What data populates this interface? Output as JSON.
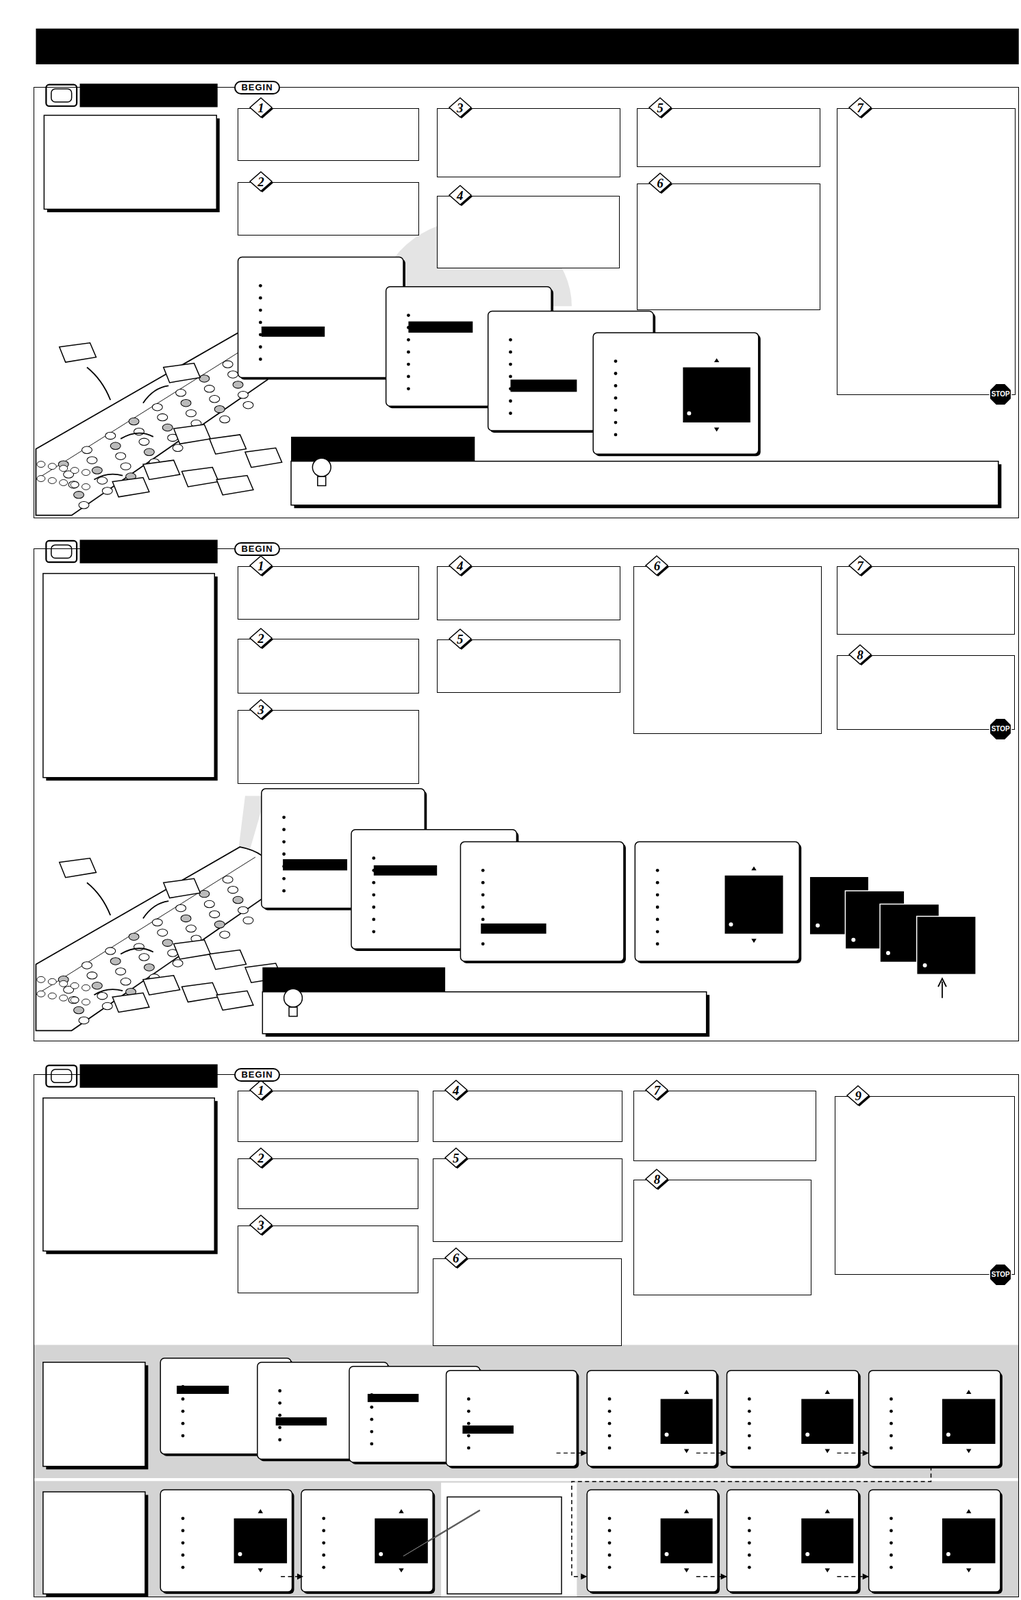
{
  "diagram": {
    "nodes": [
      {
        "text": [
          "BEGIN"
        ]
      },
      {
        "text": [
          "1"
        ],
        "in": 0
      },
      {
        "text": [
          "2"
        ],
        "in": 0
      },
      {
        "text": [
          "3"
        ],
        "in": 0
      },
      {
        "text": [
          "4"
        ],
        "in": 0
      },
      {
        "text": [
          "5"
        ],
        "in": 0
      },
      {
        "text": [
          "6"
        ],
        "in": 0
      },
      {
        "text": [
          "7"
        ],
        "in": 0
      },
      {
        "text": [
          "BEGIN"
        ]
      },
      {
        "text": [
          "1"
        ],
        "in": 8
      },
      {
        "text": [
          "2"
        ],
        "in": 8
      },
      {
        "text": [
          "3"
        ],
        "in": 8
      },
      {
        "text": [
          "4"
        ],
        "in": 8
      },
      {
        "text": [
          "5"
        ],
        "in": 8
      },
      {
        "text": [
          "6"
        ],
        "in": 8
      },
      {
        "text": [
          "7"
        ],
        "in": 8
      },
      {
        "text": [
          "8"
        ],
        "in": 8
      },
      {
        "text": [
          "BEGIN"
        ]
      },
      {
        "text": [
          "1"
        ],
        "in": 17
      },
      {
        "text": [
          "2"
        ],
        "in": 17
      },
      {
        "text": [
          "3"
        ],
        "in": 17
      },
      {
        "text": [
          "4"
        ],
        "in": 17
      },
      {
        "text": [
          "5"
        ],
        "in": 17
      },
      {
        "text": [
          "6"
        ],
        "in": 17
      },
      {
        "text": [
          "7"
        ],
        "in": 17
      },
      {
        "text": [
          "8"
        ],
        "in": 17
      },
      {
        "text": [
          "9"
        ],
        "in": 17
      }
    ],
    "labels": [
      "STOP",
      "STOP",
      "STOP"
    ]
  }
}
